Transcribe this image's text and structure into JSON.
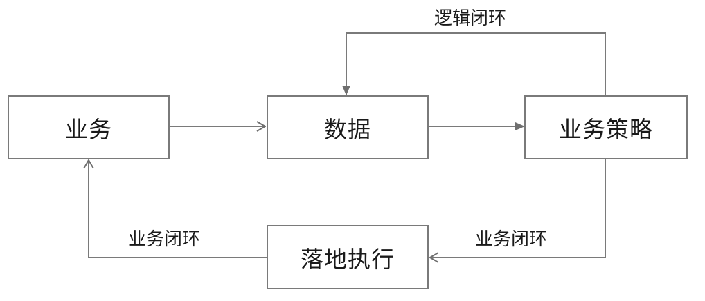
{
  "nodes": {
    "business": "业务",
    "data": "数据",
    "strategy": "业务策略",
    "execution": "落地执行"
  },
  "edge_labels": {
    "logic_loop": "逻辑闭环",
    "business_loop_right": "业务闭环",
    "business_loop_left": "业务闭环"
  },
  "colors": {
    "line": "#7a7a7a",
    "text": "#1a1a1a",
    "background": "#ffffff"
  }
}
